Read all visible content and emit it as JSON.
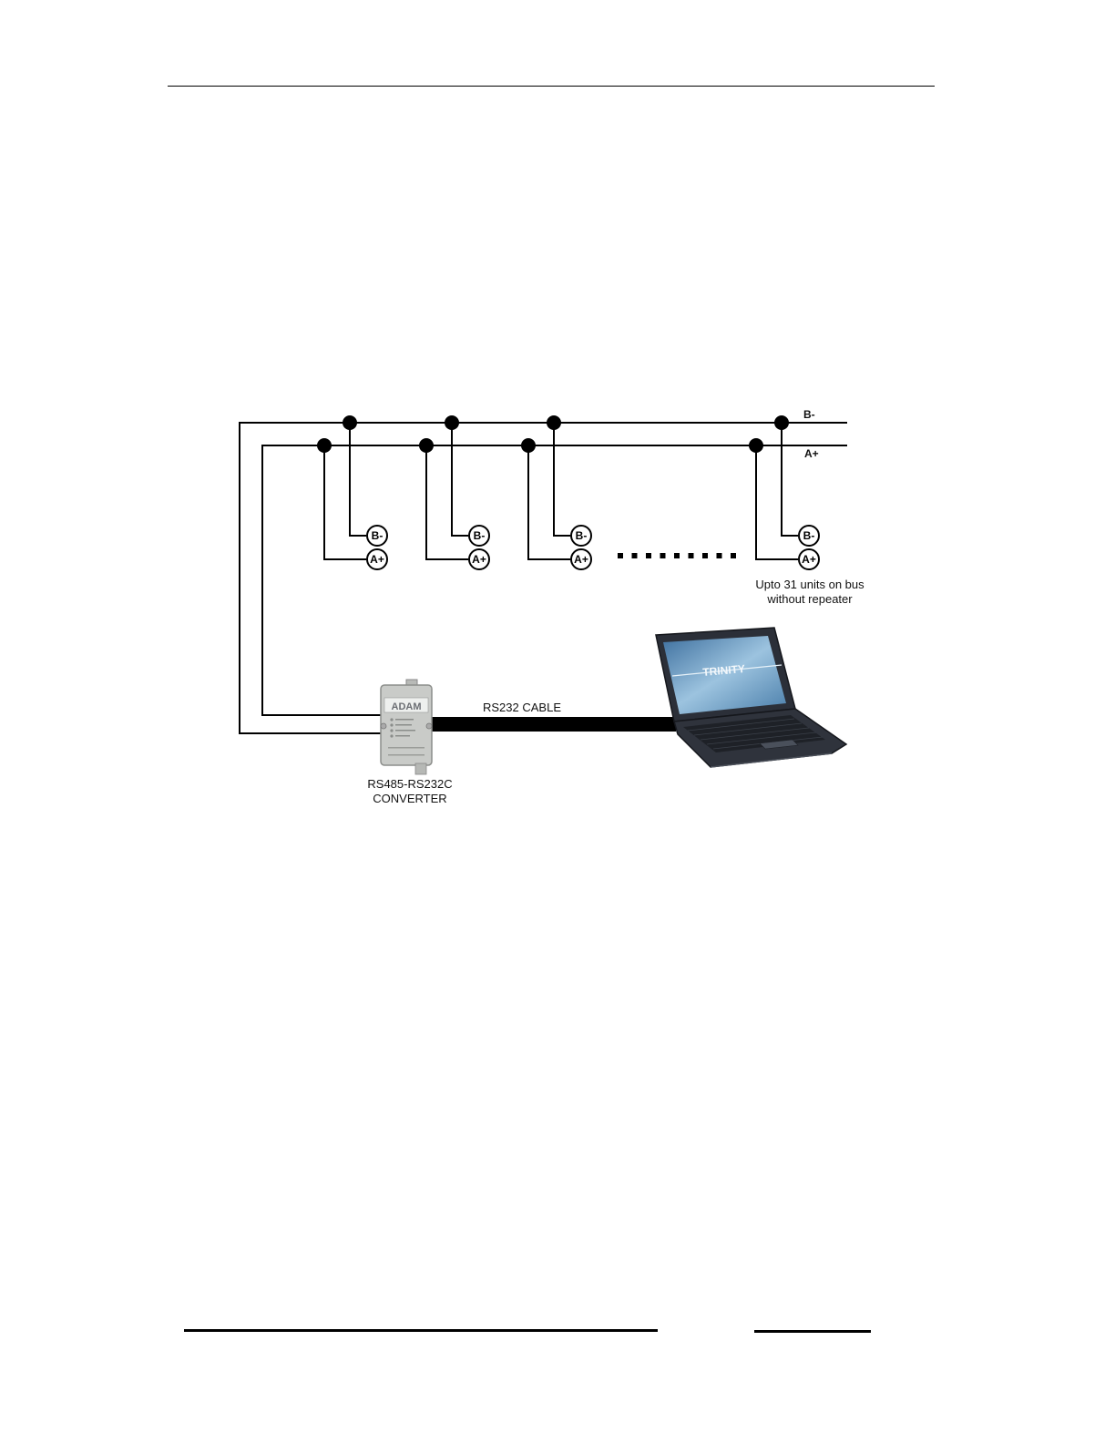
{
  "bus": {
    "line_b_label": "B-",
    "line_a_label": "A+"
  },
  "units": [
    {
      "terminal_b": "B-",
      "terminal_a": "A+"
    },
    {
      "terminal_b": "B-",
      "terminal_a": "A+"
    },
    {
      "terminal_b": "B-",
      "terminal_a": "A+"
    },
    {
      "terminal_b": "B-",
      "terminal_a": "A+"
    }
  ],
  "note": {
    "line1": "Upto 31 units on bus",
    "line2": "without repeater"
  },
  "converter": {
    "label_line1": "RS485-RS232C",
    "label_line2": "CONVERTER",
    "brand": "ADAM"
  },
  "cable": {
    "label": "RS232 CABLE"
  },
  "laptop": {
    "screen_brand": "TRINITY"
  },
  "colors": {
    "ink": "#000000",
    "converter_body": "#c9cbc8",
    "laptop_body": "#2b2f38",
    "screen": "#6d9cc4"
  }
}
